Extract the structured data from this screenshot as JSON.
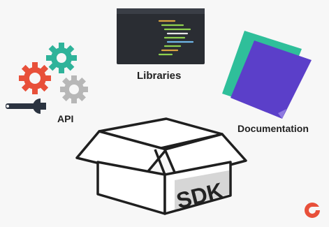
{
  "labels": {
    "libraries": "Libraries",
    "api": "API",
    "documentation": "Documentation",
    "sdk": "SDK"
  },
  "colors": {
    "background": "#f7f7f7",
    "gear_red": "#e8503a",
    "gear_teal": "#2fb39a",
    "gear_gray": "#b7b7b7",
    "wrench": "#2b3340",
    "terminal": "#2a2d33",
    "doc_purple": "#5b3fc9",
    "doc_teal": "#2fbf9a",
    "box_outline": "#1f1f1f",
    "box_shadow": "#d6d6d6",
    "logo": "#e8503a"
  },
  "icons": [
    "gear-icon",
    "wrench-icon",
    "code-terminal-icon",
    "document-icon",
    "box-icon",
    "g2-logo-icon"
  ]
}
